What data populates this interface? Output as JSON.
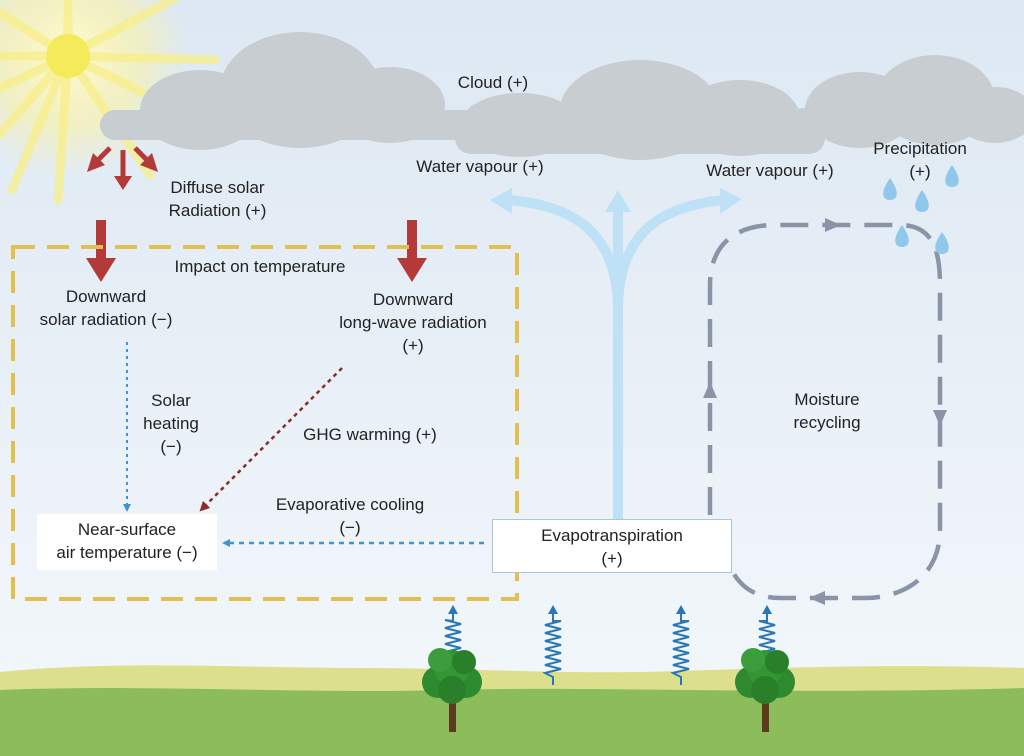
{
  "labels": {
    "cloud": "Cloud (+)",
    "water_vapour_left": "Water vapour (+)",
    "water_vapour_right": "Water vapour (+)",
    "precipitation": {
      "line1": "Precipitation",
      "line2": "(+)"
    },
    "diffuse_solar": {
      "line1": "Diffuse solar",
      "line2": "Radiation (+)"
    },
    "impact_on_temperature": "Impact on temperature",
    "downward_solar": {
      "line1": "Downward",
      "line2": "solar radiation (−)"
    },
    "downward_longwave": {
      "line1": "Downward",
      "line2": "long-wave radiation",
      "line3": "(+)"
    },
    "solar_heating": {
      "line1": "Solar",
      "line2": "heating",
      "line3": "(−)"
    },
    "ghg_warming": "GHG warming (+)",
    "evaporative_cooling": {
      "line1": "Evaporative cooling",
      "line2": "(−)"
    },
    "near_surface": {
      "line1": "Near-surface",
      "line2": "air temperature (−)"
    },
    "evapotranspiration": {
      "line1": "Evapotranspiration",
      "line2": "(+)"
    },
    "moisture_recycling": {
      "line1": "Moisture",
      "line2": "recycling"
    }
  },
  "colors": {
    "sky_top": "#dce7f2",
    "sky_bottom": "#f2f7fb",
    "sun": "#f4ea5a",
    "cloud": "#c7ccd1",
    "red_arrow": "#b43a3a",
    "dashed_box": "#e2c050",
    "vapour": "#bfe1f5",
    "blue_dotted": "#3f95d2",
    "ghg_dotted": "#8b2b2b",
    "recycling": "#8a94a6",
    "coil": "#2b76b7",
    "hill": "#dcdf8c",
    "grass": "#8dbc5a",
    "tree": "#2f8a2f",
    "trunk": "#5b3b1d"
  }
}
